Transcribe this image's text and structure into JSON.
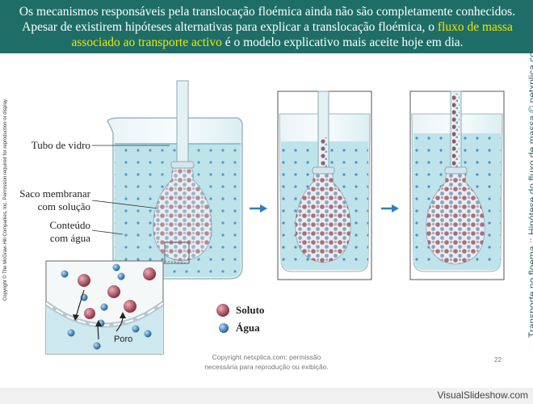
{
  "header": {
    "text_before": "Os mecanismos responsáveis pela translocação floémica ainda não são completamente conhecidos. Apesar de existirem hipóteses alternativas para explicar a translocação floémica, o ",
    "highlight": "fluxo de massa associado ao transporte activo",
    "text_after": " é o modelo explicativo mais aceite hoje em dia."
  },
  "side": {
    "copyright": "Copyright © The McGraw-Hill Companies, Inc. Permission required for reproduction or display.",
    "title": "Transporte no floema :: Hipótese do fluxo de massa © netxplica.com"
  },
  "labels": {
    "tubo": "Tubo de vidro",
    "saco_line1": "Saco membranar",
    "saco_line2": "com solução",
    "conteudo_line1": "Conteúdo",
    "conteudo_line2": "com água",
    "poro": "Poro"
  },
  "legend": {
    "soluto": "Soluto",
    "agua": "Água"
  },
  "colors": {
    "header_bg": "#1e6e67",
    "highlight": "#f2e600",
    "solute": "#b04a5a",
    "water": "#3a7fb5",
    "arrow": "#2a7fc0",
    "beaker_water": "#bfe3ea"
  },
  "footer": {
    "copy_line1": "Copyright netxplica.com: permissão",
    "copy_line2": "necessária para reprodução ou exibição.",
    "page": "22"
  },
  "watermark": "VisualSlideshow.com"
}
